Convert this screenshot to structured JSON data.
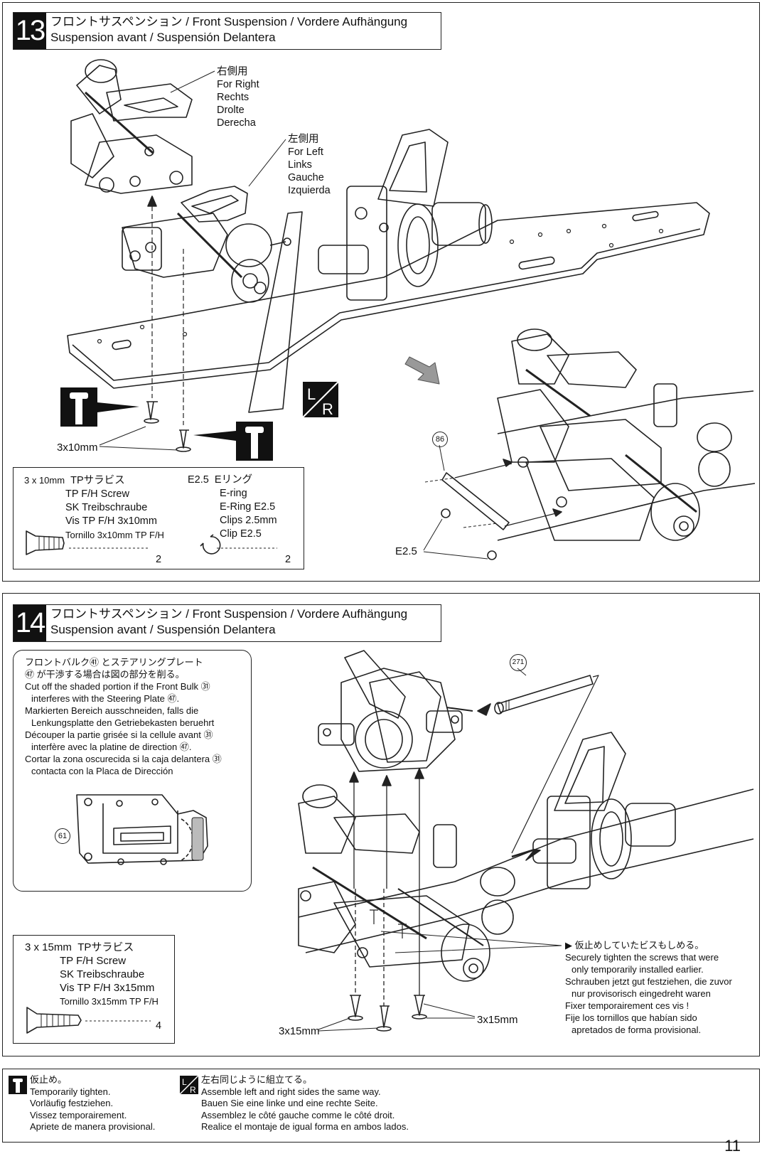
{
  "step13": {
    "number": "13",
    "title_line1": "フロントサスペンション / Front Suspension / Vordere Aufhängung",
    "title_line2": "Suspension avant / Suspensión Delantera",
    "right_label": [
      "右側用",
      "For Right",
      "Rechts",
      "Drolte",
      "Derecha"
    ],
    "left_label": [
      "左側用",
      "For Left",
      "Links",
      "Gauche",
      "Izquierda"
    ],
    "screw_callout": "3x10mm",
    "part_number": "86",
    "eclip_callout": "E2.5",
    "parts_box": {
      "screw": {
        "size": "3 x 10mm",
        "names": [
          "TPサラビス",
          "TP F/H Screw",
          "SK Treibschraube",
          "Vis TP F/H 3x10mm",
          "Tornillo 3x10mm TP F/H"
        ],
        "qty": "2"
      },
      "ering": {
        "size": "E2.5",
        "names": [
          "Eリング",
          "E-ring",
          "E-Ring E2.5",
          "Clips 2.5mm",
          "Clip E2.5"
        ],
        "qty": "2"
      }
    }
  },
  "step14": {
    "number": "14",
    "title_line1": "フロントサスペンション / Front Suspension / Vordere Aufhängung",
    "title_line2": "Suspension avant / Suspensión Delantera",
    "cut_note": [
      "フロントバルク㊶ とステアリングプレート",
      "㊼ が干渉する場合は図の部分を削る。",
      "Cut off the shaded portion if the Front Bulk ㉛",
      "interferes with the Steering Plate ㊼.",
      "Markierten Bereich ausschneiden, falls die",
      "Lenkungsplatte den Getriebekasten beruehrt",
      "Découper la partie grisée si la cellule avant ㉛",
      "interfère avec la platine de direction ㊼.",
      "Cortar la zona oscurecida si la caja delantera ㉛",
      "contacta con la Placa de Dirección"
    ],
    "cut_part_number": "61",
    "part_number": "271",
    "parts_box": {
      "size": "3 x 15mm",
      "names": [
        "TPサラビス",
        "TP F/H Screw",
        "SK Treibschraube",
        "Vis TP F/H 3x15mm",
        "Tornillo 3x15mm TP F/H"
      ],
      "qty": "4"
    },
    "screw_callout_left": "3x15mm",
    "screw_callout_right": "3x15mm",
    "tighten_note": [
      "仮止めしていたビスもしめる。",
      "Securely tighten the screws that were",
      "only temporarily installed earlier.",
      "Schrauben jetzt gut festziehen, die zuvor",
      "nur provisorisch eingedreht waren",
      "Fixer temporairement ces vis !",
      "Fije los tornillos que habían sido",
      "apretados de forma provisional."
    ]
  },
  "legend": {
    "temp": [
      "仮止め。",
      "Temporarily tighten.",
      "Vorläufig festziehen.",
      "Vissez temporairement.",
      "Apriete de manera provisional."
    ],
    "lr": [
      "左右同じように組立てる。",
      "Assemble left and right sides the same way.",
      "Bauen Sie eine linke und eine rechte Seite.",
      "Assemblez le côté gauche comme le côté droit.",
      "Realice el montaje de igual forma en ambos lados."
    ]
  },
  "page_number": "11"
}
